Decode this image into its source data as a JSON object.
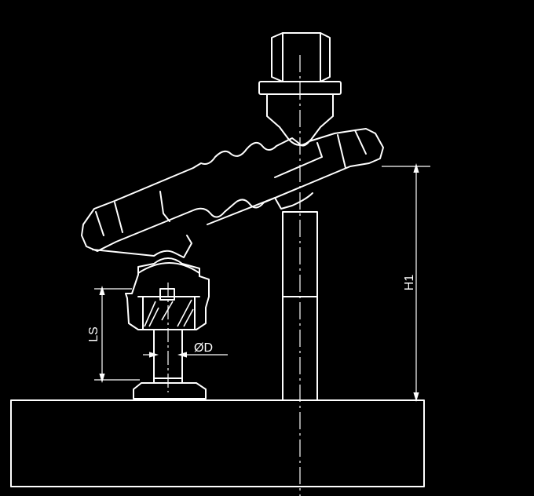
{
  "labels": {
    "h1": "H1",
    "ls": "LS",
    "diameter": "ØD"
  }
}
